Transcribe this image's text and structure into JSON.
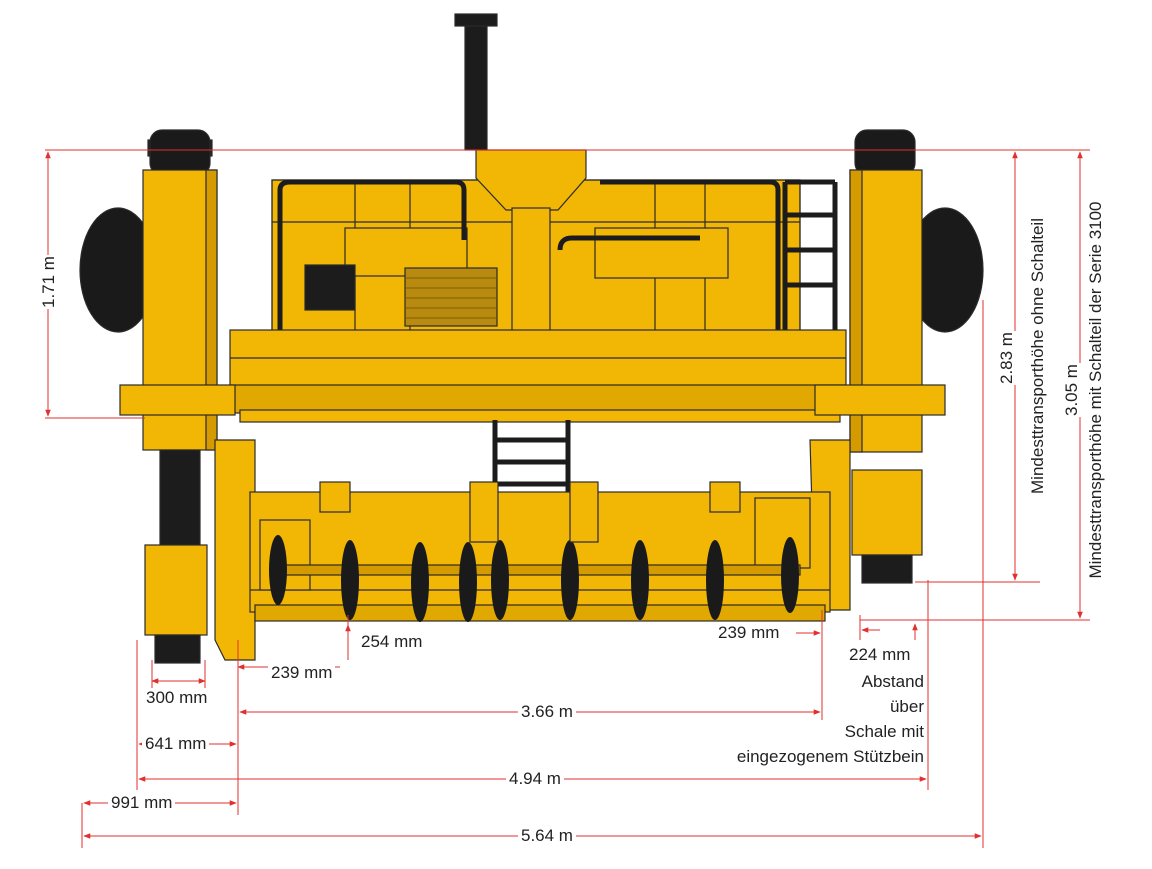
{
  "colors": {
    "machine": "#f2b705",
    "machine_dark": "#c98e00",
    "tire": "#1a1a1a",
    "dimension": "#e03030",
    "outline": "#2b2b2b"
  },
  "dimensions": {
    "d_1_71": "1.71 m",
    "d_2_83": "2.83 m",
    "d_2_83_caption": "Mindesttransporthöhe ohne Schalteil",
    "d_3_05": "3.05 m",
    "d_3_05_caption": "Mindesttransporthöhe mit Schalteil der Serie 3100",
    "d_254": "254 mm",
    "d_239_left": "239 mm",
    "d_239_right": "239 mm",
    "d_300": "300 mm",
    "d_224": "224 mm",
    "d_224_note": [
      "Abstand",
      "über",
      "Schale mit",
      "eingezogenem Stützbein"
    ],
    "d_3_66": "3.66 m",
    "d_641": "641 mm",
    "d_4_94": "4.94 m",
    "d_991": "991 mm",
    "d_5_64": "5.64 m"
  }
}
